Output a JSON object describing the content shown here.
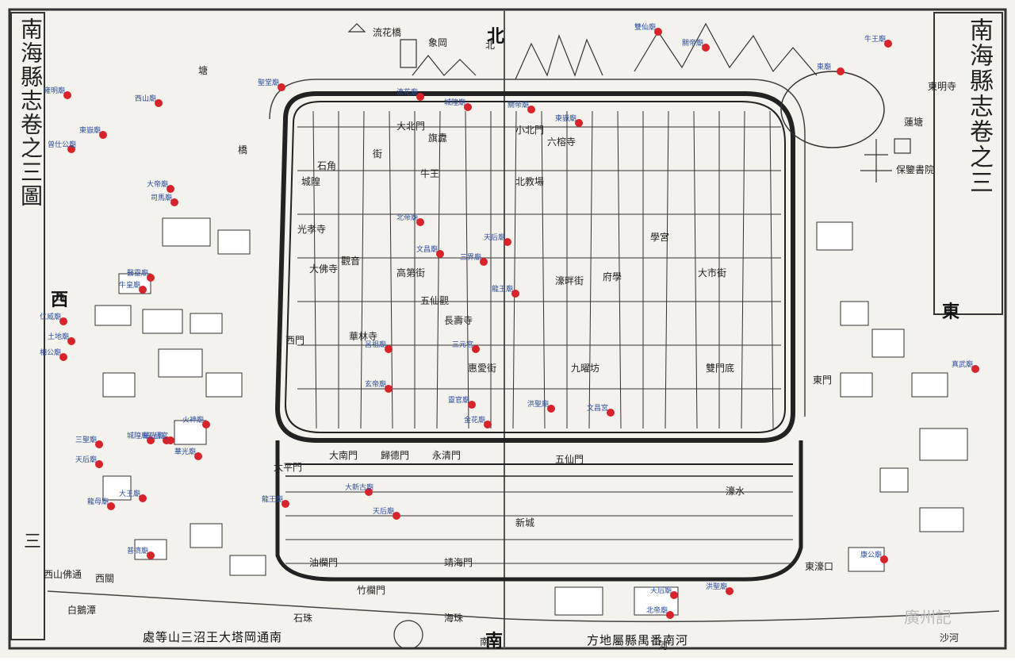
{
  "title_right": "南海縣志卷之三",
  "title_left": "南海縣志卷之三圖",
  "bottom_caption_right": "方地屬縣禺番南河",
  "bottom_caption_left": "處等山三沼王大塔岡通南",
  "page_number": "三",
  "watermark": "廣州記",
  "compass": {
    "north": "北",
    "south": "南",
    "west": "西",
    "east": "東"
  },
  "colors": {
    "label": "#2b4ea0",
    "marker": "#d8232a",
    "ink": "#222222",
    "paper": "#f4f2ec"
  },
  "temples": [
    "雍明廟",
    "西山廟",
    "聖堂廟",
    "流花廟",
    "城隍廟",
    "關帝廟",
    "東嶽廟",
    "雙仙廟",
    "關帝廟",
    "牛王廟",
    "東廟",
    "曾仕公廟",
    "東嶽廟",
    "大帝廟",
    "司馬廟",
    "北帝廟",
    "文昌廟",
    "天后廟",
    "三界廟",
    "龍王廟",
    "醫靈廟",
    "牛皇廟",
    "仁威廟",
    "土地廟",
    "相公廟",
    "華光廟",
    "天后宮",
    "火神廟",
    "真武廟",
    "三聖廟",
    "天后廟",
    "龍母廟",
    "大王廟",
    "普濟廟",
    "玄帝廟",
    "三元宮",
    "靈官廟",
    "金花廟",
    "城隍廟",
    "洪聖廟",
    "北帝廟",
    "天后廟",
    "華光廟",
    "呂祖廟",
    "大新古廟",
    "龍王廟",
    "文昌宮",
    "洪聖廟",
    "天后廟",
    "康公廟"
  ],
  "map_labels": [
    "流花橋",
    "北",
    "南",
    "西",
    "東",
    "街",
    "橋",
    "城隍",
    "觀音",
    "石角",
    "塘",
    "牛王",
    "蓮塘",
    "北教場",
    "保鑒書院",
    "東明寺",
    "象岡",
    "光孝寺",
    "華林寺",
    "長壽寺",
    "西關",
    "海珠",
    "大佛寺",
    "五仙觀",
    "六榕寺",
    "旗纛",
    "學宮",
    "府學",
    "九曜坊",
    "惠愛街",
    "雙門底",
    "大市街",
    "高第街",
    "濠畔街",
    "新城",
    "大南門",
    "歸德門",
    "永清門",
    "油欄門",
    "竹欄門",
    "靖海門",
    "小北門",
    "大北門",
    "西門",
    "太平門",
    "五仙門",
    "東門",
    "濠水",
    "石珠",
    "白鵝潭",
    "西山佛通",
    "河",
    "沙河",
    "東濠口"
  ]
}
